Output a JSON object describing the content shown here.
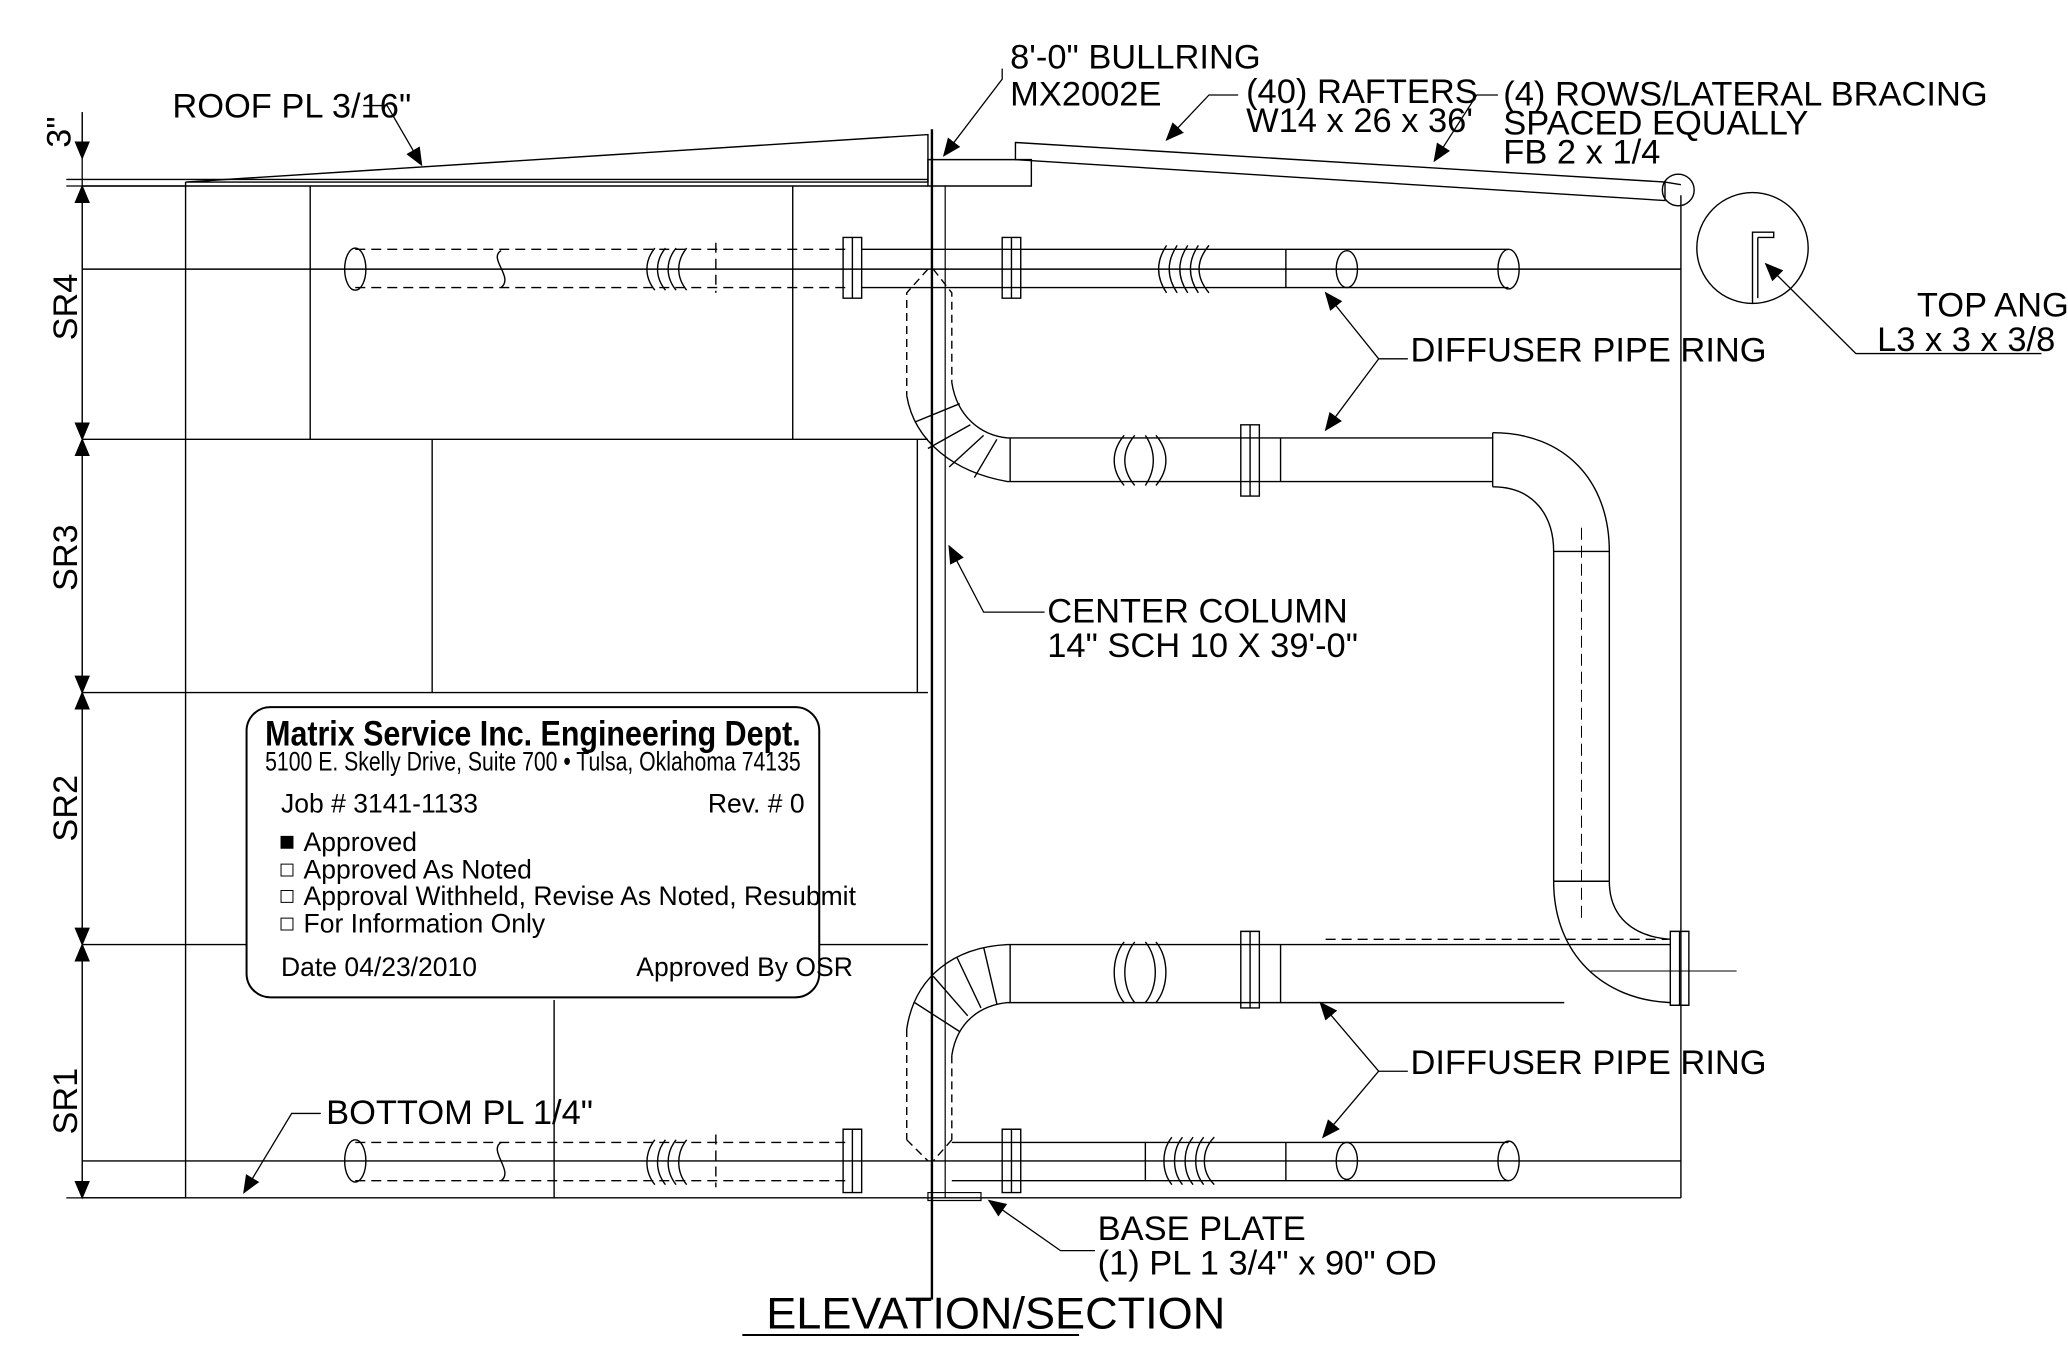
{
  "dimensions": {
    "top": "3\"",
    "rings": [
      "SR4",
      "SR3",
      "SR2",
      "SR1"
    ]
  },
  "callouts": {
    "roof": "ROOF PL 3/16\"",
    "bullring": [
      "8'-0\" BULLRING",
      "MX2002E"
    ],
    "rafters": [
      "(40) RAFTERS",
      "W14 x 26 x 36'"
    ],
    "bracing": [
      "(4) ROWS/LATERAL BRACING",
      "SPACED EQUALLY",
      "FB 2 x 1/4"
    ],
    "top_angle": [
      "TOP ANGLE",
      "L3 x 3 x 3/8"
    ],
    "diffuser_upper": "DIFFUSER PIPE RING",
    "diffuser_lower": "DIFFUSER PIPE RING",
    "center_column": [
      "CENTER COLUMN",
      "14\" SCH 10 X 39'-0\""
    ],
    "bottom": "BOTTOM PL 1/4\"",
    "base_plate": [
      "BASE PLATE",
      "(1) PL 1 3/4\" x 90\" OD"
    ]
  },
  "title": "ELEVATION/SECTION",
  "stamp": {
    "company": "Matrix Service Inc. Engineering Dept.",
    "address": "5100 E. Skelly Drive, Suite 700  •  Tulsa, Oklahoma 74135",
    "job": "Job # 3141-1133",
    "rev": "Rev. # 0",
    "options": [
      {
        "label": "Approved",
        "checked": true
      },
      {
        "label": "Approved As Noted",
        "checked": false
      },
      {
        "label": "Approval Withheld, Revise As Noted, Resubmit",
        "checked": false
      },
      {
        "label": "For Information Only",
        "checked": false
      }
    ],
    "date": "Date 04/23/2010",
    "approved_by": "Approved By OSR"
  }
}
